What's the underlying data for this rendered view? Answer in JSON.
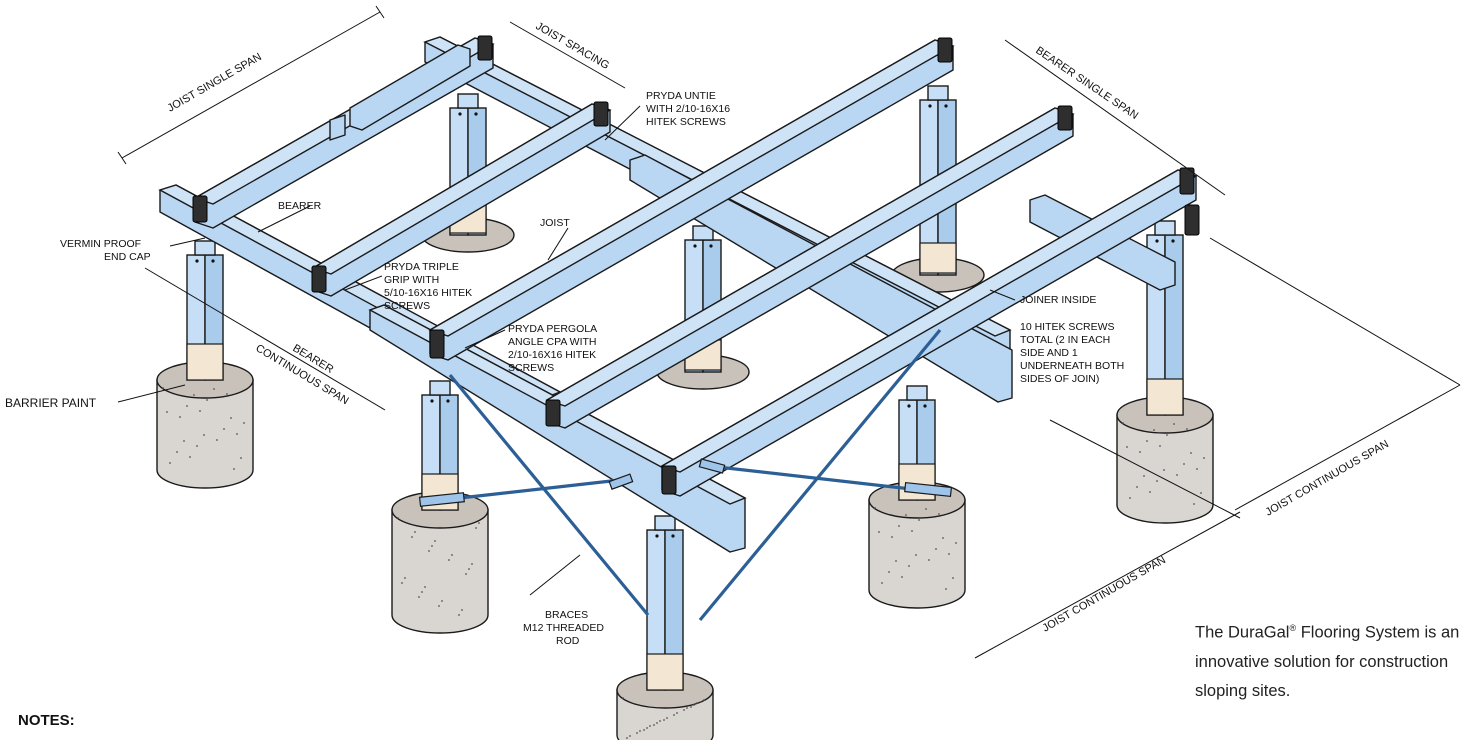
{
  "labels": {
    "joist_single_span": "JOIST  SINGLE SPAN",
    "joist_spacing": "JOIST SPACING",
    "bearer_single_span": "BEARER  SINGLE SPAN",
    "bearer_continuous_span_1": "BEARER",
    "bearer_continuous_span_2": "CONTINUOUS SPAN",
    "joist_continuous_span_right": "JOIST CONTINUOUS SPAN",
    "joist_continuous_span_bottom": "JOIST CONTINUOUS SPAN",
    "pryda_untie_1": "PRYDA UNTIE",
    "pryda_untie_2": "WITH 2/10-16X16",
    "pryda_untie_3": "HITEK SCREWS",
    "bearer": "BEARER",
    "joist": "JOIST",
    "vermin_1": "VERMIN PROOF",
    "vermin_2": "END CAP",
    "triple_grip_1": "PRYDA TRIPLE",
    "triple_grip_2": "GRIP WITH",
    "triple_grip_3": "5/10-16X16 HITEK",
    "triple_grip_4": "SCREWS",
    "pergola_1": "PRYDA PERGOLA",
    "pergola_2": "ANGLE CPA WITH",
    "pergola_3": "2/10-16X16 HITEK",
    "pergola_4": "SCREWS",
    "joiner_inside": "JOINER INSIDE",
    "hitek_1": "10 HITEK SCREWS",
    "hitek_2": "TOTAL (2 IN EACH",
    "hitek_3": "SIDE AND 1",
    "hitek_4": "UNDERNEATH BOTH",
    "hitek_5": "SIDES OF JOIN)",
    "barrier_paint": "BARRIER PAINT",
    "braces_1": "BRACES",
    "braces_2": "M12 THREADED",
    "braces_3": "ROD"
  },
  "caption": {
    "brand": "The DuraGal",
    "reg": "®",
    "rest": " Flooring System is an innovative solution for construction sloping sites."
  },
  "notes_heading": "NOTES:"
}
